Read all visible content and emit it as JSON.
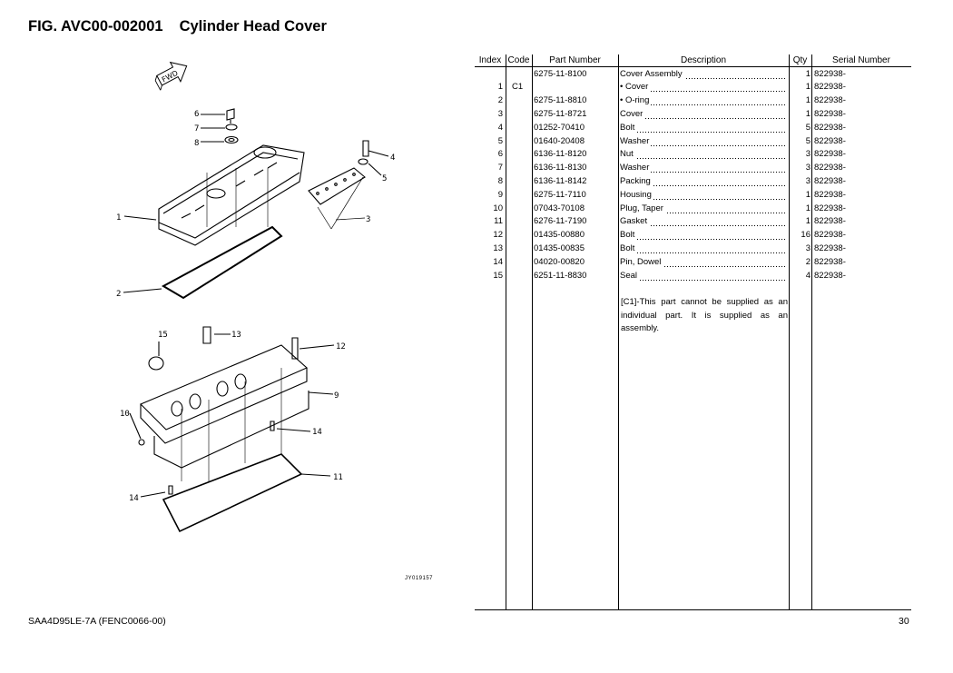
{
  "page": {
    "fig_id": "FIG. AVC00-002001",
    "fig_title": "Cylinder Head Cover",
    "drawing_id": "JY019157",
    "footer_model": "SAA4D95LE-7A (FENC0066-00)",
    "page_number": "30"
  },
  "diagram": {
    "fwd_label": "FWD",
    "callouts": [
      "1",
      "2",
      "3",
      "4",
      "5",
      "6",
      "7",
      "8",
      "9",
      "10",
      "11",
      "12",
      "13",
      "14",
      "14",
      "15"
    ]
  },
  "table": {
    "headers": {
      "index": "Index",
      "code": "Code",
      "part_number": "Part Number",
      "description": "Description",
      "qty": "Qty",
      "serial_number": "Serial Number"
    },
    "rows": [
      {
        "index": "",
        "code": "",
        "part": "6275-11-8100",
        "desc": "Cover Assembly",
        "qty": "1",
        "serial": "822938-"
      },
      {
        "index": "1",
        "code": "C1",
        "part": "",
        "desc": "• Cover",
        "qty": "1",
        "serial": "822938-"
      },
      {
        "index": "2",
        "code": "",
        "part": "6275-11-8810",
        "desc": "• O-ring",
        "qty": "1",
        "serial": "822938-"
      },
      {
        "index": "3",
        "code": "",
        "part": "6275-11-8721",
        "desc": "Cover",
        "qty": "1",
        "serial": "822938-"
      },
      {
        "index": "4",
        "code": "",
        "part": "01252-70410",
        "desc": "Bolt",
        "qty": "5",
        "serial": "822938-"
      },
      {
        "index": "5",
        "code": "",
        "part": "01640-20408",
        "desc": "Washer",
        "qty": "5",
        "serial": "822938-"
      },
      {
        "index": "6",
        "code": "",
        "part": "6136-11-8120",
        "desc": "Nut",
        "qty": "3",
        "serial": "822938-"
      },
      {
        "index": "7",
        "code": "",
        "part": "6136-11-8130",
        "desc": "Washer",
        "qty": "3",
        "serial": "822938-"
      },
      {
        "index": "8",
        "code": "",
        "part": "6136-11-8142",
        "desc": "Packing",
        "qty": "3",
        "serial": "822938-"
      },
      {
        "index": "9",
        "code": "",
        "part": "6275-11-7110",
        "desc": "Housing",
        "qty": "1",
        "serial": "822938-"
      },
      {
        "index": "10",
        "code": "",
        "part": "07043-70108",
        "desc": "Plug, Taper",
        "qty": "1",
        "serial": "822938-"
      },
      {
        "index": "11",
        "code": "",
        "part": "6276-11-7190",
        "desc": "Gasket",
        "qty": "1",
        "serial": "822938-"
      },
      {
        "index": "12",
        "code": "",
        "part": "01435-00880",
        "desc": "Bolt",
        "qty": "16",
        "serial": "822938-"
      },
      {
        "index": "13",
        "code": "",
        "part": "01435-00835",
        "desc": "Bolt",
        "qty": "3",
        "serial": "822938-"
      },
      {
        "index": "14",
        "code": "",
        "part": "04020-00820",
        "desc": "Pin, Dowel",
        "qty": "2",
        "serial": "822938-"
      },
      {
        "index": "15",
        "code": "",
        "part": "6251-11-8830",
        "desc": "Seal",
        "qty": "4",
        "serial": "822938-"
      }
    ],
    "note": "[C1]-This part cannot be supplied as an individual part. It is supplied as an assembly."
  }
}
